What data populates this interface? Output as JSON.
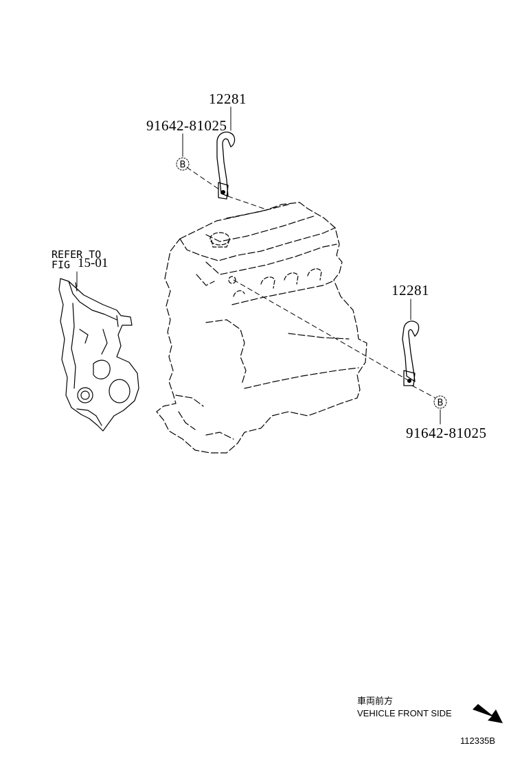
{
  "callouts": {
    "part_top": "12281",
    "bolt_top": "91642-81025",
    "part_right": "12281",
    "bolt_right": "91642-81025",
    "ref_line1": "REFER TO",
    "ref_line2_prefix": "FIG",
    "ref_line2_number": "15-01",
    "marker": "B"
  },
  "footer": {
    "direction_jp": "車両前方",
    "direction_en": "VEHICLE FRONT SIDE",
    "arrow_icon": "direction-arrow-icon",
    "illustration_id": "112335B"
  }
}
